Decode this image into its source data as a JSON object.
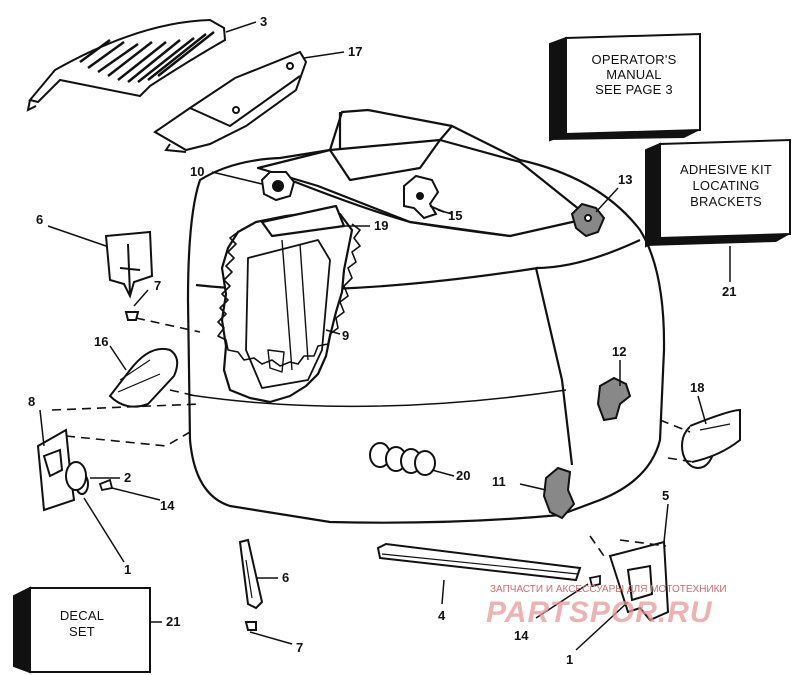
{
  "boxes": {
    "operators_manual": [
      "OPERATOR'S",
      "MANUAL",
      "SEE PAGE 3"
    ],
    "adhesive_kit": [
      "ADHESIVE KIT",
      "LOCATING",
      "BRACKETS"
    ],
    "decal_set": [
      "DECAL",
      "SET"
    ]
  },
  "labels": {
    "p1a": "1",
    "p1b": "1",
    "p2": "2",
    "p3": "3",
    "p4": "4",
    "p5": "5",
    "p6a": "6",
    "p6b": "6",
    "p7a": "7",
    "p7b": "7",
    "p8": "8",
    "p9": "9",
    "p10": "10",
    "p11": "11",
    "p12": "12",
    "p13": "13",
    "p14a": "14",
    "p14b": "14",
    "p15": "15",
    "p16": "16",
    "p17": "17",
    "p18": "18",
    "p19": "19",
    "p20": "20",
    "p21a": "21",
    "p21b": "21"
  },
  "watermark": {
    "tagline": "ЗАПЧАСТИ И АКСЕССУАРЫ ДЛЯ МОТОТЕХНИКИ",
    "logo": "PARTSPOR.RU"
  }
}
